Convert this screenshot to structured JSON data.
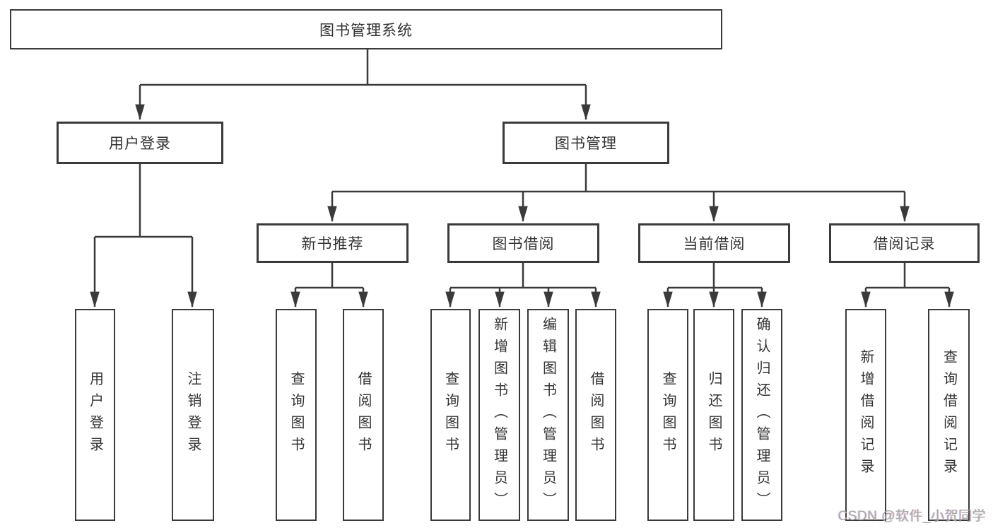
{
  "colors": {
    "line": "#3a3a3a",
    "node_border": "#3a3a3a",
    "text": "#333333",
    "background": "#ffffff",
    "watermark": "#a8a8a8"
  },
  "watermark": {
    "text": "CSDN @软件_小贺同学"
  },
  "nodes": {
    "root": "图书管理系统",
    "user_login": "用户登录",
    "book_mgmt": "图书管理",
    "new_book": "新书推荐",
    "book_borrow": "图书借阅",
    "current_borrow": "当前借阅",
    "borrow_record": "借阅记录",
    "leaf_user_login": "用户登录",
    "leaf_logout": "注销登录",
    "leaf_new_query": "查询图书",
    "leaf_new_borrow": "借阅图书",
    "leaf_bb_query": "查询图书",
    "leaf_bb_add": "新增图书（管理员）",
    "leaf_bb_edit": "编辑图书（管理员）",
    "leaf_bb_borrow": "借阅图书",
    "leaf_cb_query": "查询图书",
    "leaf_cb_return": "归还图书",
    "leaf_cb_confirm": "确认归还（管理员）",
    "leaf_br_add": "新增借阅记录",
    "leaf_br_query": "查询借阅记录"
  },
  "tree": {
    "label": "图书管理系统",
    "children": [
      {
        "label": "用户登录",
        "children": [
          "用户登录",
          "注销登录"
        ]
      },
      {
        "label": "图书管理",
        "children": [
          {
            "label": "新书推荐",
            "children": [
              "查询图书",
              "借阅图书"
            ]
          },
          {
            "label": "图书借阅",
            "children": [
              "查询图书",
              "新增图书（管理员）",
              "编辑图书（管理员）",
              "借阅图书"
            ]
          },
          {
            "label": "当前借阅",
            "children": [
              "查询图书",
              "归还图书",
              "确认归还（管理员）"
            ]
          },
          {
            "label": "借阅记录",
            "children": [
              "新增借阅记录",
              "查询借阅记录"
            ]
          }
        ]
      }
    ]
  }
}
